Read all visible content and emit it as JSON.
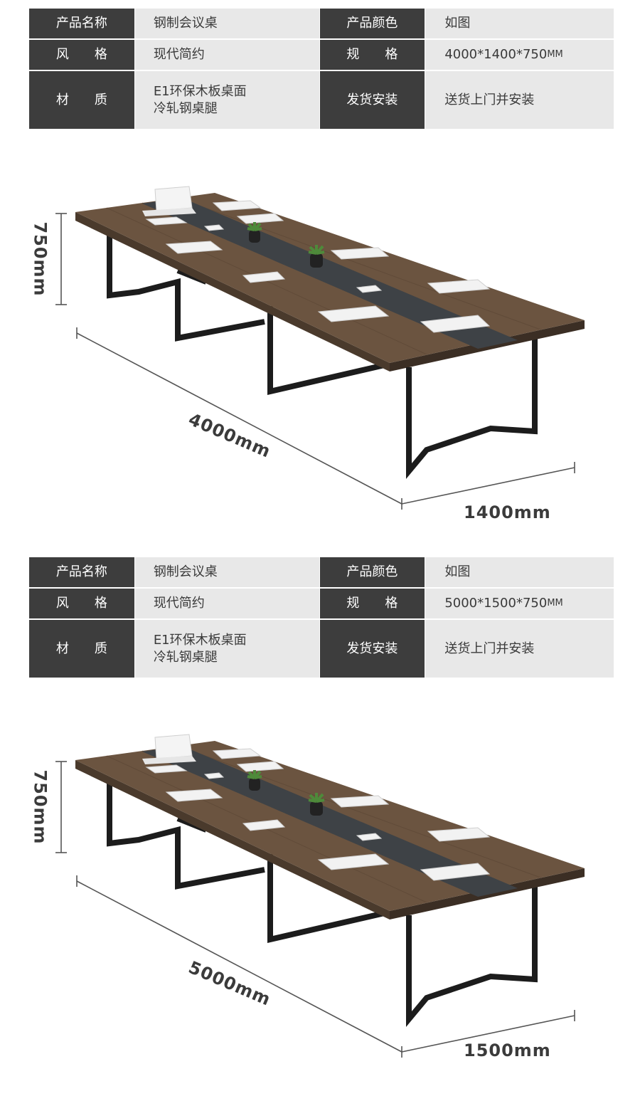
{
  "sections": [
    {
      "specs": {
        "name_label": "产品名称",
        "name_value": "钢制会议桌",
        "color_label": "产品颜色",
        "color_value": "如图",
        "style_label": "风　　格",
        "style_value": "现代简约",
        "size_label": "规　　格",
        "size_value": "4000*1400*750",
        "size_unit": "MM",
        "material_label": "材　　质",
        "material_value_line1": "E1环保木板桌面",
        "material_value_line2": "冷轧钢桌腿",
        "delivery_label": "发货安装",
        "delivery_value": "送货上门并安装"
      },
      "dimensions": {
        "height": "750mm",
        "length": "4000mm",
        "width": "1400mm"
      }
    },
    {
      "specs": {
        "name_label": "产品名称",
        "name_value": "钢制会议桌",
        "color_label": "产品颜色",
        "color_value": "如图",
        "style_label": "风　　格",
        "style_value": "现代简约",
        "size_label": "规　　格",
        "size_value": "5000*1500*750",
        "size_unit": "MM",
        "material_label": "材　　质",
        "material_value_line1": "E1环保木板桌面",
        "material_value_line2": "冷轧钢桌腿",
        "delivery_label": "发货安装",
        "delivery_value": "送货上门并安装"
      },
      "dimensions": {
        "height": "750mm",
        "length": "5000mm",
        "width": "1500mm"
      }
    }
  ],
  "colors": {
    "key_cell": "#3d3d3d",
    "value_cell": "#e8e8e8",
    "wood": "#6b5440",
    "wood_edge": "#4a3a2c",
    "glass_strip": "#3e4246",
    "steel": "#1c1c1c",
    "dimension_line": "#555555"
  }
}
